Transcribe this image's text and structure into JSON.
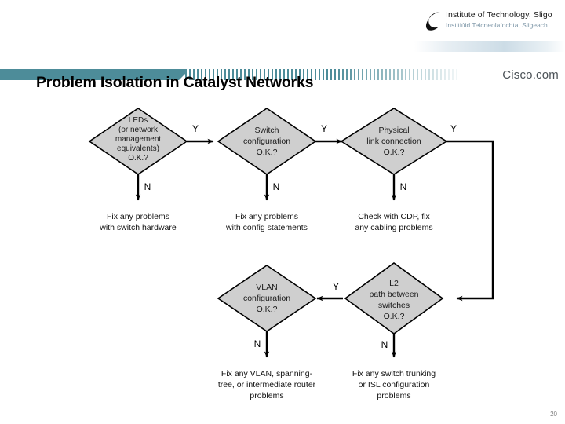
{
  "header": {
    "logo": {
      "name_en": "Institute of Technology, Sligo",
      "name_ga": "Institiúid Teicneolaíochta, Sligeach",
      "swoosh_icon": "swoosh-icon"
    }
  },
  "title_band": {
    "title": "Problem Isolation in Catalyst Networks",
    "brand": "Cisco.com",
    "accent_color": "#4d8c99"
  },
  "footer": {
    "page_number": "20"
  },
  "chart_data": {
    "type": "diagram",
    "diagram_kind": "flowchart",
    "title": "Problem Isolation in Catalyst Networks",
    "node_fill": "#cfcfcf",
    "node_stroke": "#000000",
    "decisions": [
      {
        "id": "leds",
        "lines": [
          "LEDs",
          "(or network",
          "management",
          "equivalents)",
          "O.K.?"
        ],
        "yes_label": "Y",
        "no_label": "N"
      },
      {
        "id": "switch-config",
        "lines": [
          "Switch",
          "configuration",
          "O.K.?"
        ],
        "yes_label": "Y",
        "no_label": "N"
      },
      {
        "id": "physical-link",
        "lines": [
          "Physical",
          "link connection",
          "O.K.?"
        ],
        "yes_label": "Y",
        "no_label": "N"
      },
      {
        "id": "vlan-config",
        "lines": [
          "VLAN",
          "configuration",
          "O.K.?"
        ],
        "yes_label": "Y",
        "no_label": "N"
      },
      {
        "id": "l2-path",
        "lines": [
          "L2",
          "path between",
          "switches",
          "O.K.?"
        ],
        "yes_label": "Y",
        "no_label": "N"
      }
    ],
    "actions": [
      {
        "id": "fix-switch-hardware",
        "from": "leds",
        "lines": [
          "Fix any problems",
          "with switch hardware"
        ]
      },
      {
        "id": "fix-config-statements",
        "from": "switch-config",
        "lines": [
          "Fix any problems",
          "with config statements"
        ]
      },
      {
        "id": "check-cdp-cabling",
        "from": "physical-link",
        "lines": [
          "Check with CDP, fix",
          "any cabling problems"
        ]
      },
      {
        "id": "fix-vlan-stp-router",
        "from": "vlan-config",
        "lines": [
          "Fix any VLAN, spanning-",
          "tree, or intermediate router",
          "problems"
        ]
      },
      {
        "id": "fix-trunking-isl",
        "from": "l2-path",
        "lines": [
          "Fix any switch trunking",
          "or ISL configuration",
          "problems"
        ]
      }
    ],
    "edges": [
      {
        "from": "leds",
        "to": "switch-config",
        "label": "Y"
      },
      {
        "from": "switch-config",
        "to": "physical-link",
        "label": "Y"
      },
      {
        "from": "physical-link",
        "to": "l2-path",
        "label": "Y"
      },
      {
        "from": "l2-path",
        "to": "vlan-config",
        "label": "Y"
      },
      {
        "from": "leds",
        "to": "fix-switch-hardware",
        "label": "N"
      },
      {
        "from": "switch-config",
        "to": "fix-config-statements",
        "label": "N"
      },
      {
        "from": "physical-link",
        "to": "check-cdp-cabling",
        "label": "N"
      },
      {
        "from": "vlan-config",
        "to": "fix-vlan-stp-router",
        "label": "N"
      },
      {
        "from": "l2-path",
        "to": "fix-trunking-isl",
        "label": "N"
      }
    ]
  }
}
